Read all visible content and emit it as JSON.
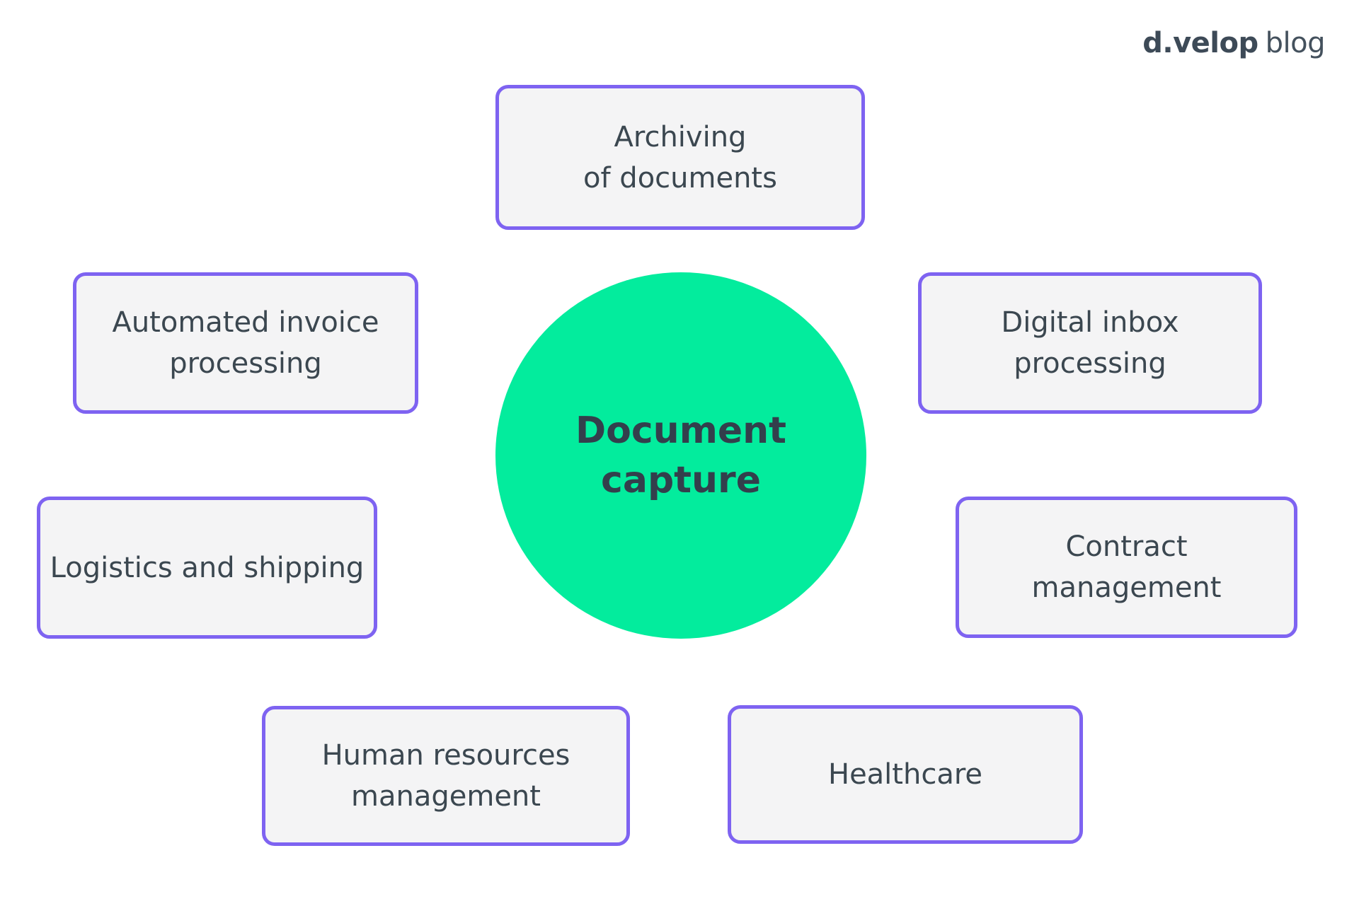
{
  "logo": {
    "brand": "d.velop",
    "suffix": "blog"
  },
  "diagram": {
    "type": "hub-and-spoke",
    "center": {
      "label": "Document capture",
      "lines": [
        "Document",
        "capture"
      ],
      "shape": "circle"
    },
    "nodes": [
      {
        "id": "archiving",
        "label": "Archiving of documents",
        "lines": [
          "Archiving",
          "of documents"
        ]
      },
      {
        "id": "automated",
        "label": "Automated invoice processing",
        "lines": [
          "Automated invoice",
          "processing"
        ]
      },
      {
        "id": "digital",
        "label": "Digital inbox processing",
        "lines": [
          "Digital inbox",
          "processing"
        ]
      },
      {
        "id": "logistics",
        "label": "Logistics and shipping",
        "lines": [
          "Logistics and shipping"
        ]
      },
      {
        "id": "contract",
        "label": "Contract management",
        "lines": [
          "Contract",
          "management"
        ]
      },
      {
        "id": "hr",
        "label": "Human resources management",
        "lines": [
          "Human resources",
          "management"
        ]
      },
      {
        "id": "healthcare",
        "label": "Healthcare",
        "lines": [
          "Healthcare"
        ]
      }
    ]
  },
  "colors": {
    "circle_green": "#03EC9D",
    "box_border_purple": "#7E63F1",
    "box_fill": "#F4F4F5",
    "text_dark": "#3B4750",
    "logo_dark": "#3D4A57",
    "background": "#FFFFFF"
  }
}
